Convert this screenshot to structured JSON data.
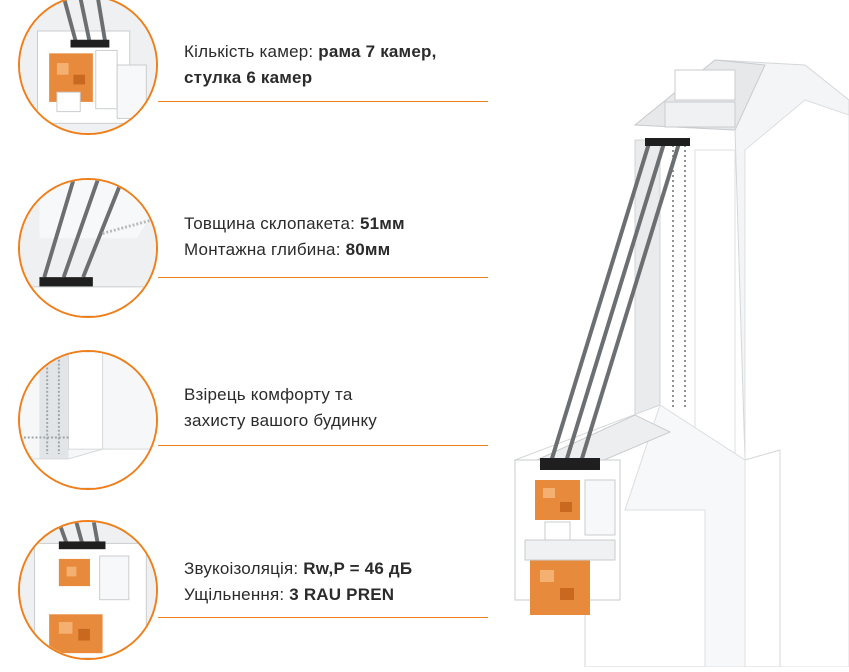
{
  "features": [
    {
      "icon": "frame-chambers-icon",
      "lines": [
        {
          "label": "Кількість камер: ",
          "value": "рама 7 камер,"
        },
        {
          "label": "",
          "value": "стулка 6 камер"
        }
      ]
    },
    {
      "icon": "glass-unit-icon",
      "lines": [
        {
          "label": "Товщина склопакета: ",
          "value": "51мм"
        },
        {
          "label": "Монтажна глибина: ",
          "value": "80мм"
        }
      ]
    },
    {
      "icon": "corner-profile-icon",
      "lines": [
        {
          "label": "Взірець комфорту та",
          "value": ""
        },
        {
          "label": "захисту вашого будинку",
          "value": ""
        }
      ]
    },
    {
      "icon": "seal-profile-icon",
      "lines": [
        {
          "label": "Звукоізоляція: ",
          "value": "Rw,P = 46 дБ"
        },
        {
          "label": "Ущільнення: ",
          "value": "3 RAU PREN"
        }
      ]
    }
  ],
  "colors": {
    "accent": "#ef7f1a",
    "foam": "#e88a3c",
    "pvc": "#f4f5f6",
    "seal": "#2a2a2a"
  }
}
